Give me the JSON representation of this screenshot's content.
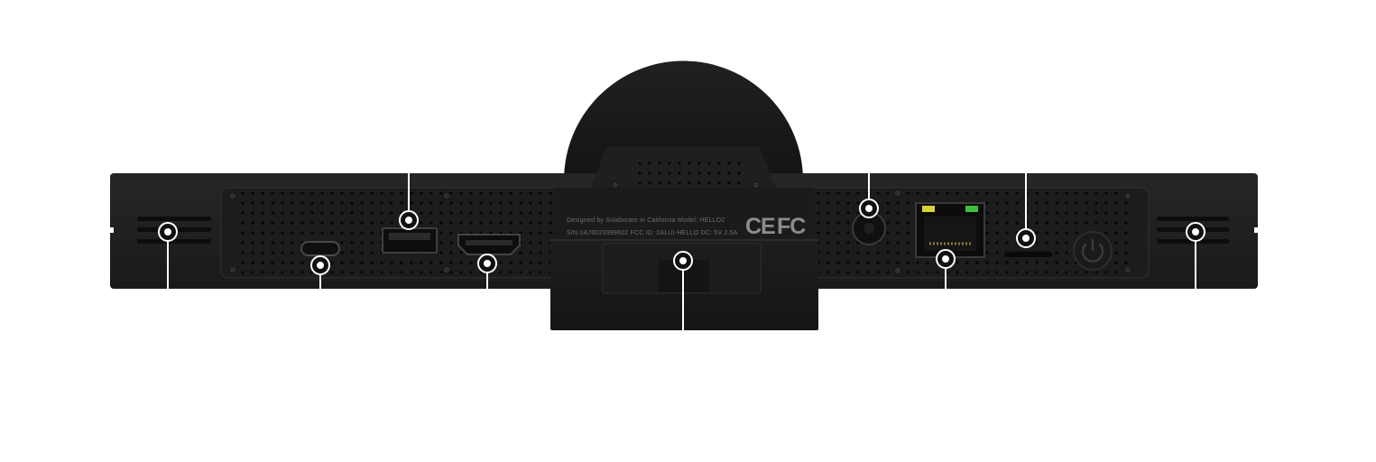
{
  "device_label": {
    "line1": "Designed by Solaborate in California Model: HELLO2",
    "line2": "S/N 0A70025999602 FCC ID: 2ALUI-HELLO DC: 5V 2.5A"
  },
  "certifications": {
    "ce": "CE",
    "fcc": "FC"
  },
  "hotspots": [
    {
      "name": "left-speaker"
    },
    {
      "name": "usb-c-port"
    },
    {
      "name": "usb-a-port"
    },
    {
      "name": "hdmi-port"
    },
    {
      "name": "mount-clip"
    },
    {
      "name": "dc-power-jack"
    },
    {
      "name": "ethernet-port"
    },
    {
      "name": "microsd-slot"
    },
    {
      "name": "right-speaker"
    }
  ]
}
